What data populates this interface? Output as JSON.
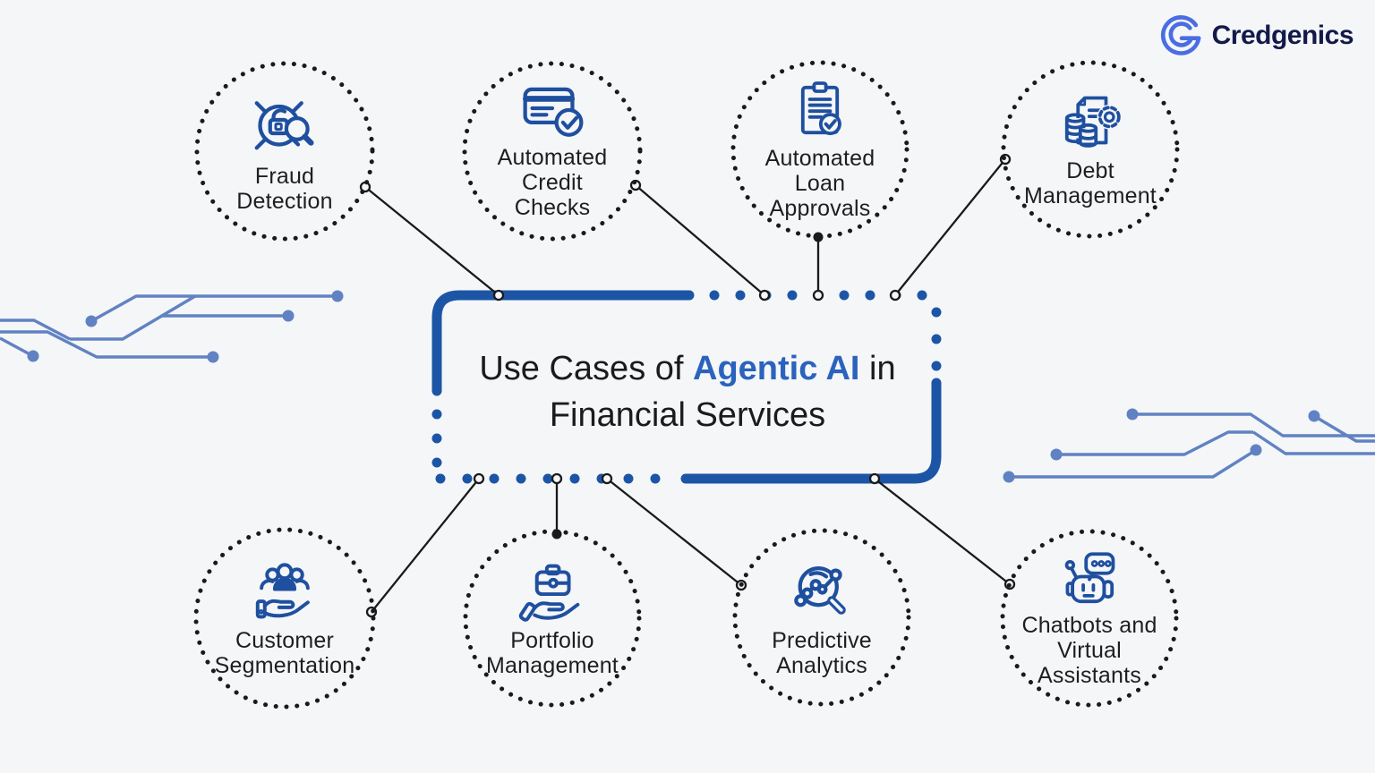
{
  "logo": {
    "text": "Credgenics",
    "mark_color": "#4a6de2",
    "text_color": "#131a4a"
  },
  "title": {
    "prefix": "Use Cases of ",
    "highlight": "Agentic AI",
    "suffix": " in",
    "line2": "Financial Services",
    "highlight_color": "#2a63bd",
    "text_color": "#1b1b1e"
  },
  "nodes": [
    {
      "id": "fraud-detection",
      "label": "Fraud Detection",
      "icon": "fraud-magnifier-lock-icon"
    },
    {
      "id": "automated-credit-checks",
      "label": "Automated Credit Checks",
      "icon": "credit-card-check-icon"
    },
    {
      "id": "automated-loan-approvals",
      "label": "Automated Loan Approvals",
      "icon": "clipboard-check-icon"
    },
    {
      "id": "debt-management",
      "label": "Debt Management",
      "icon": "document-coins-gear-icon"
    },
    {
      "id": "customer-segmentation",
      "label": "Customer Segmentation",
      "icon": "people-in-hand-icon"
    },
    {
      "id": "portfolio-management",
      "label": "Portfolio Management",
      "icon": "briefcase-in-hand-icon"
    },
    {
      "id": "predictive-analytics",
      "label": "Predictive Analytics",
      "icon": "magnifier-chart-icon"
    },
    {
      "id": "chatbots-virtual-assistants",
      "label": "Chatbots and Virtual Assistants",
      "icon": "robot-chat-icon"
    }
  ],
  "colors": {
    "background": "#f4f6f8",
    "box_accent": "#1d55a6",
    "node_icon": "#1f4f9f",
    "node_dots": "#1a1a1a",
    "connector": "#1a1a1a",
    "circuit": "#6182c2",
    "label_text": "#1e1e21"
  }
}
